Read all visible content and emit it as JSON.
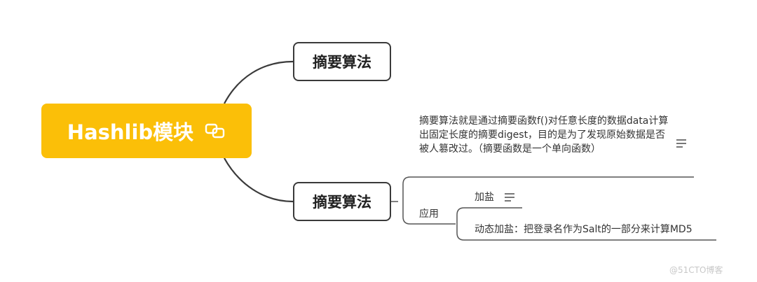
{
  "root": {
    "label": "Hashlib模块",
    "icon": "link-icon"
  },
  "topics": [
    {
      "label": "摘要算法"
    },
    {
      "label": "摘要算法"
    }
  ],
  "note": {
    "text": "摘要算法就是通过摘要函数f()对任意长度的数据data计算出固定长度的摘要digest，目的是为了发现原始数据是否被人篡改过。（摘要函数是一个单向函数）",
    "icon": "notes-icon"
  },
  "apply": {
    "label": "应用",
    "children": [
      {
        "label": "加盐",
        "icon": "notes-icon"
      },
      {
        "label": "动态加盐：把登录名作为Salt的一部分来计算MD5"
      }
    ]
  },
  "watermark": "@51CTO博客",
  "colors": {
    "root_fill": "#fbbf08",
    "line": "#3a3a3a"
  }
}
